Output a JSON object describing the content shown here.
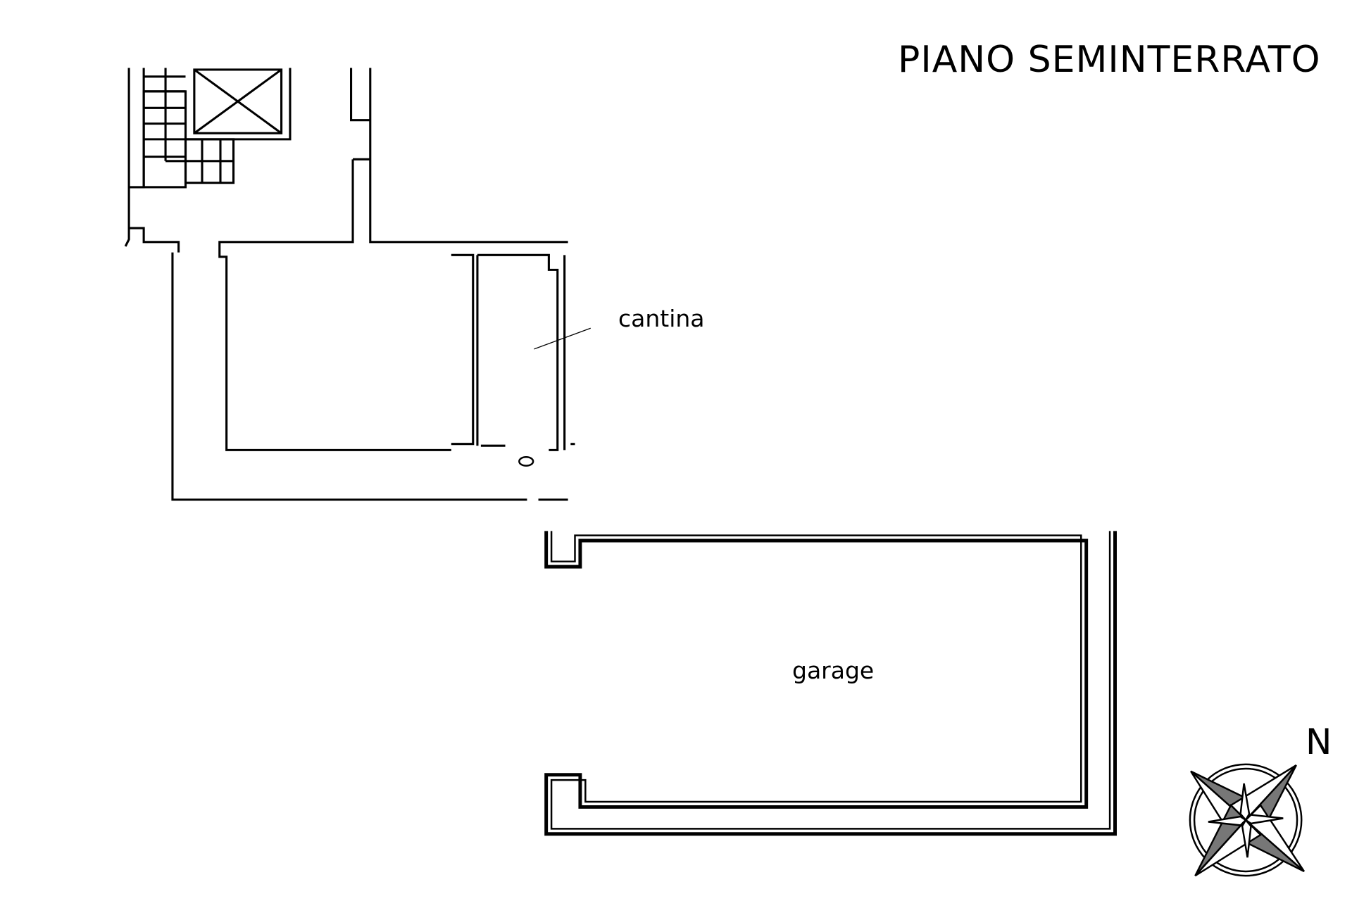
{
  "title": "PIANO SEMINTERRATO",
  "rooms": {
    "cantina": "cantina",
    "garage": "garage"
  },
  "compass": {
    "north_label": "N"
  },
  "colors": {
    "line": "#000000",
    "compass_fill": "#777777"
  }
}
